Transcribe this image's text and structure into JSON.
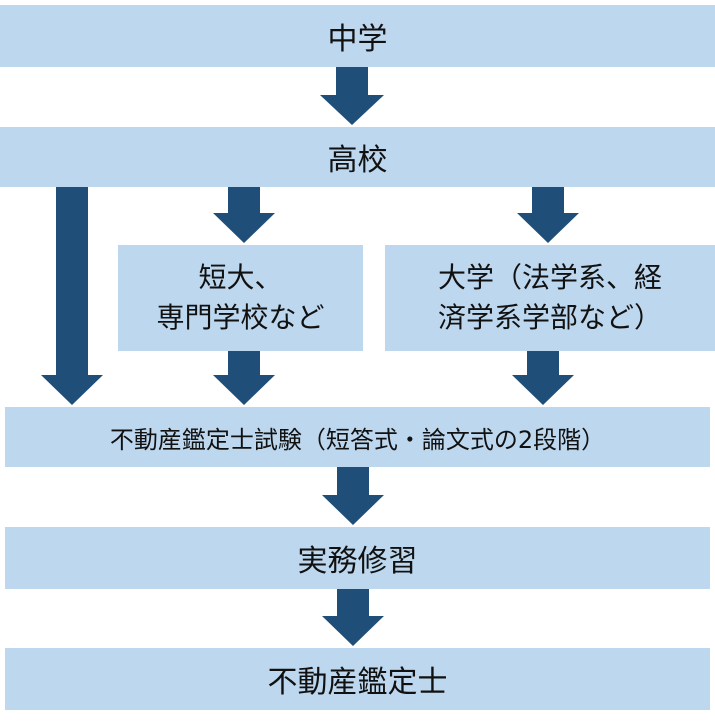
{
  "diagram": {
    "colors": {
      "box_fill": "#bdd7ee",
      "arrow": "#1f4e79",
      "text": "#111111"
    },
    "nodes": {
      "middle_school": "中学",
      "high_school": "高校",
      "junior_college": "短大、\n専門学校など",
      "university": "大学（法学系、経\n済学系学部など）",
      "exam": "不動産鑑定士試験（短答式・論文式の2段階）",
      "practical_training": "実務修習",
      "appraiser": "不動産鑑定士"
    }
  }
}
